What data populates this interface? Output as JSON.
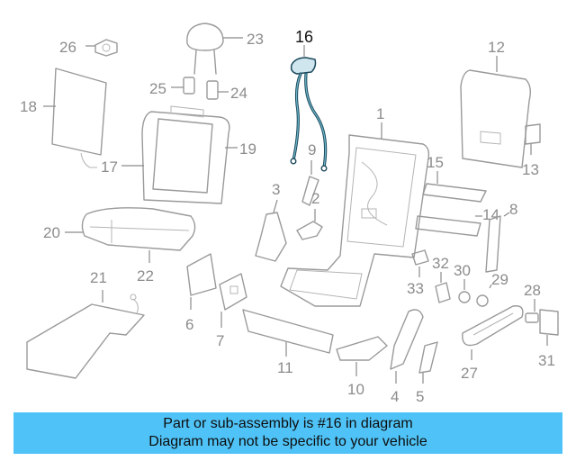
{
  "callouts": {
    "c1": "1",
    "c2": "2",
    "c3": "3",
    "c4": "4",
    "c5": "5",
    "c6": "6",
    "c7": "7",
    "c8": "8",
    "c9": "9",
    "c10": "10",
    "c11": "11",
    "c12": "12",
    "c13": "13",
    "c14": "14",
    "c15": "15",
    "c16": "16",
    "c17": "17",
    "c18": "18",
    "c19": "19",
    "c20": "20",
    "c21": "21",
    "c22": "22",
    "c23": "23",
    "c24": "24",
    "c25": "25",
    "c26": "26",
    "c27": "27",
    "c28": "28",
    "c29": "29",
    "c30": "30",
    "c31": "31",
    "c32": "32",
    "c33": "33"
  },
  "banner": {
    "line1": "Part or sub-assembly is #16 in diagram",
    "line2": "Diagram may not be specific to your vehicle"
  },
  "colors": {
    "banner_bg": "#4fc3f7",
    "highlight_part": "#1c4a5c",
    "line_art": "#9a9a9a"
  }
}
